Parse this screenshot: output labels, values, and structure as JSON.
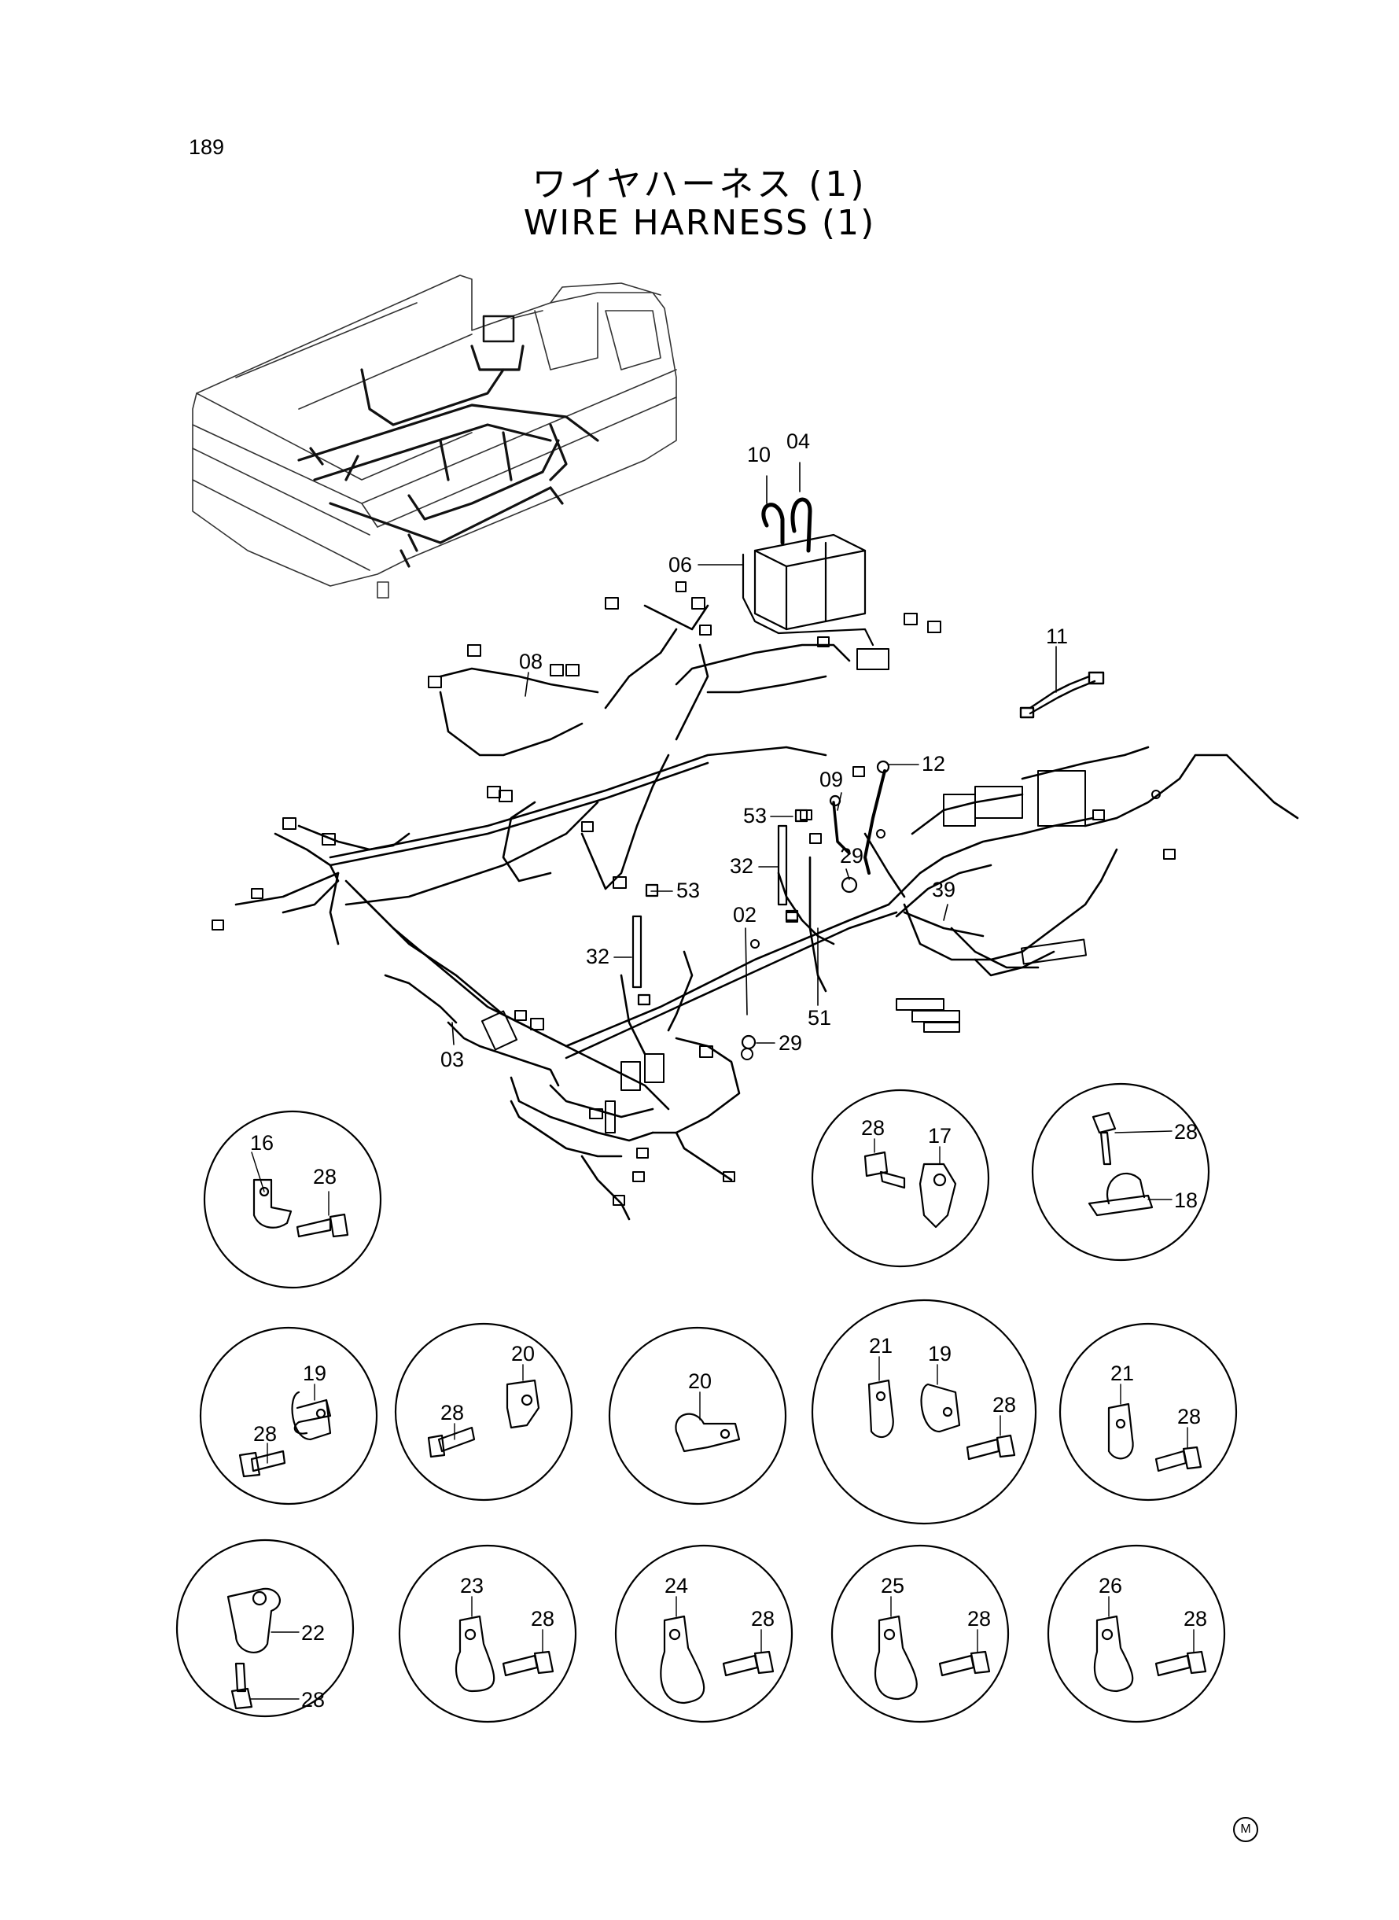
{
  "page_number": "189",
  "title_jp": "ワイヤハーネス (1)",
  "title_en": "WIRE HARNESS (1)",
  "corner_mark": "M",
  "callouts": {
    "c10": "10",
    "c04": "04",
    "c06": "06",
    "c08": "08",
    "c11": "11",
    "c12": "12",
    "c09": "09",
    "c53a": "53",
    "c29a": "29",
    "c32a": "32",
    "c53b": "53",
    "c39": "39",
    "c02": "02",
    "c32b": "32",
    "c51": "51",
    "c29b": "29",
    "c03": "03"
  },
  "detail_circles": [
    {
      "labels": [
        "16",
        "28"
      ]
    },
    {
      "labels": [
        "28",
        "17"
      ]
    },
    {
      "labels": [
        "28",
        "18"
      ]
    },
    {
      "labels": [
        "19",
        "28"
      ]
    },
    {
      "labels": [
        "20",
        "28"
      ]
    },
    {
      "labels": [
        "20"
      ]
    },
    {
      "labels": [
        "21",
        "19",
        "28"
      ]
    },
    {
      "labels": [
        "21",
        "28"
      ]
    },
    {
      "labels": [
        "22",
        "28"
      ]
    },
    {
      "labels": [
        "23",
        "28"
      ]
    },
    {
      "labels": [
        "24",
        "28"
      ]
    },
    {
      "labels": [
        "25",
        "28"
      ]
    },
    {
      "labels": [
        "26",
        "28"
      ]
    }
  ]
}
